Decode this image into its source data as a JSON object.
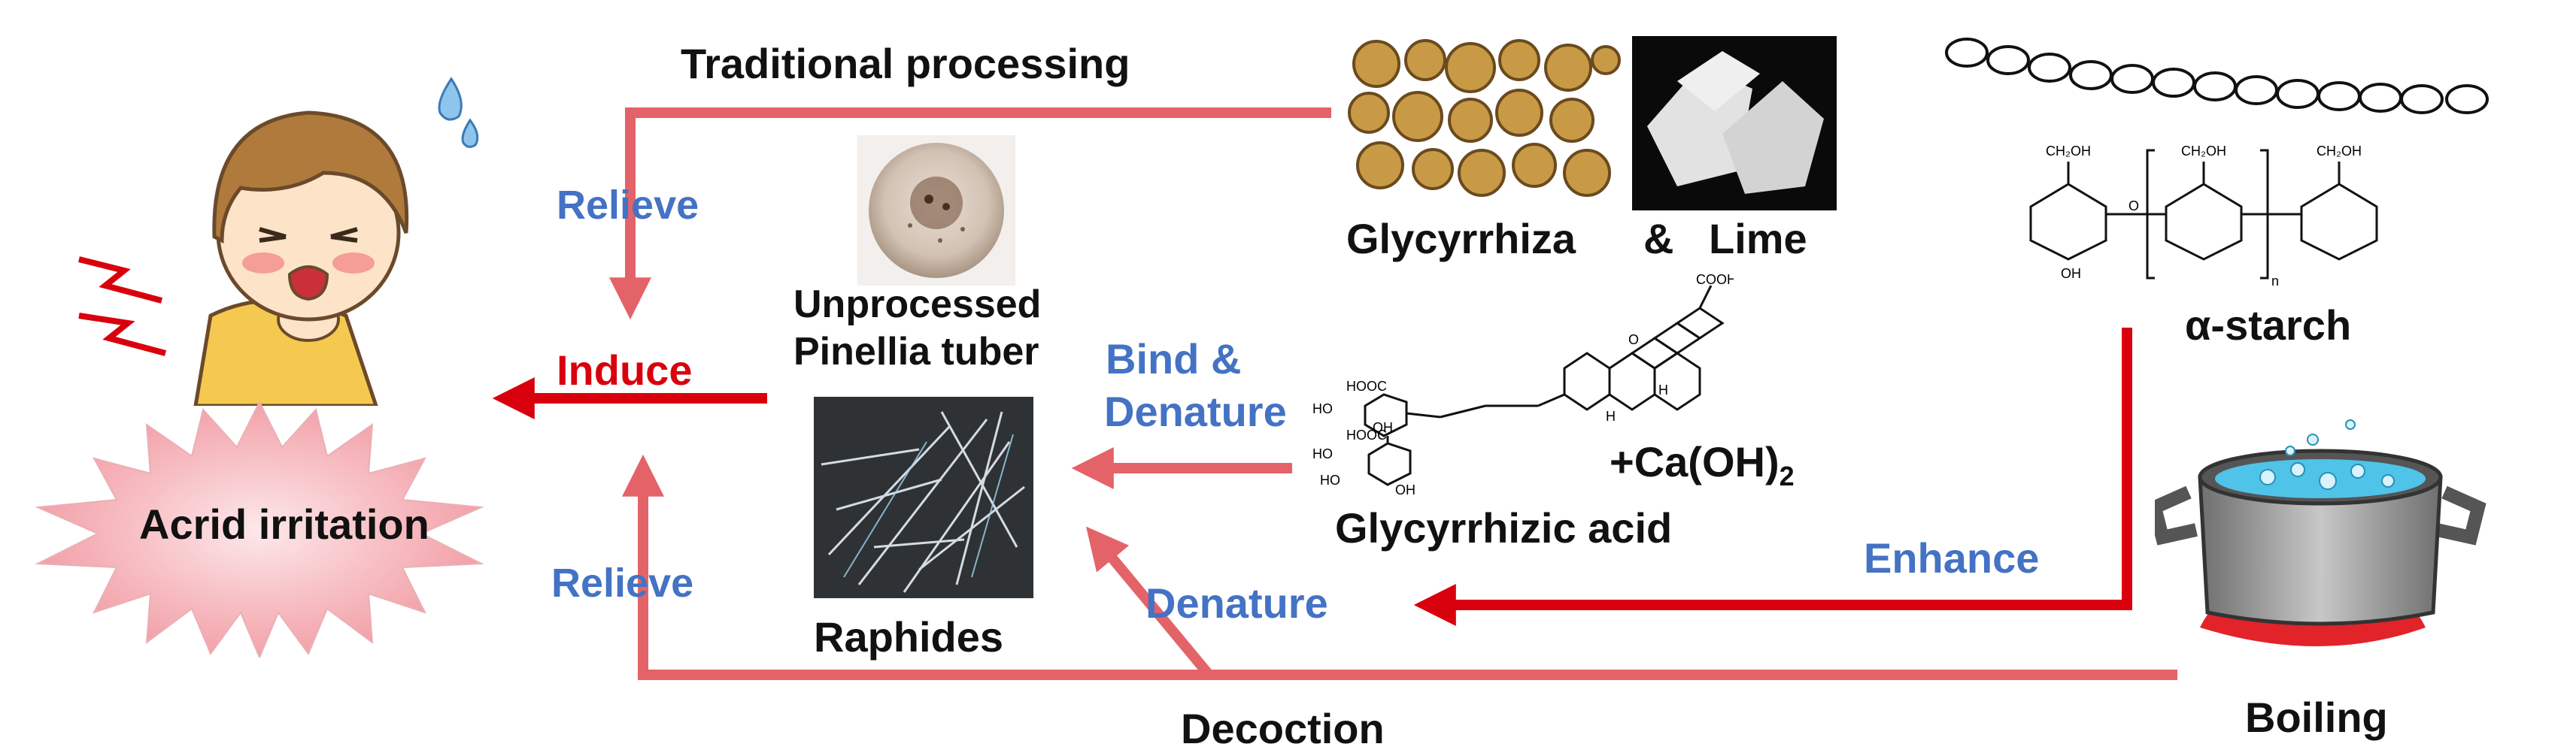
{
  "labels": {
    "traditional_processing": "Traditional processing",
    "relieve_top": "Relieve",
    "induce": "Induce",
    "relieve_bottom": "Relieve",
    "acrid_irritation": "Acrid irritation",
    "unprocessed_line1": "Unprocessed",
    "unprocessed_line2": "Pinellia tuber",
    "raphides": "Raphides",
    "bind_line1": "Bind &",
    "bind_line2": "Denature",
    "denature": "Denature",
    "glycyrrhiza": "Glycyrrhiza",
    "ampersand": "&",
    "lime": "Lime",
    "glycyrrhizic_acid": "Glycyrrhizic acid",
    "caoh2": "+Ca(OH)",
    "caoh2_sub": "2",
    "alpha_starch": "α-starch",
    "enhance": "Enhance",
    "decoction": "Decoction",
    "boiling": "Boiling"
  },
  "chem": {
    "cooh_top": "COOH",
    "cooh_a": "HOOC",
    "cooh_b": "HOOC",
    "ho1": "HO",
    "ho2": "HO",
    "ho3": "HO",
    "oh1": "OH",
    "oh2": "OH",
    "o": "O",
    "h1": "H",
    "h2": "H",
    "starch_ch2oh_1": "CH₂OH",
    "starch_ch2oh_2": "CH₂OH",
    "starch_ch2oh_3": "CH₂OH",
    "starch_oh": "OH",
    "starch_o": "O",
    "starch_n": "n"
  },
  "colors": {
    "arrow_pink": "#e46368",
    "arrow_red": "#d9000d",
    "text_blue": "#4472c4",
    "text_red": "#d9000d",
    "text_black": "#111111",
    "burst_pink": "#f4b5ba"
  },
  "icons": [
    "sick-person-icon",
    "lightning-icon",
    "sweat-drop-icon",
    "acrid-burst-shape",
    "boiling-pot-icon",
    "fire-icon",
    "starch-chain-icon"
  ]
}
